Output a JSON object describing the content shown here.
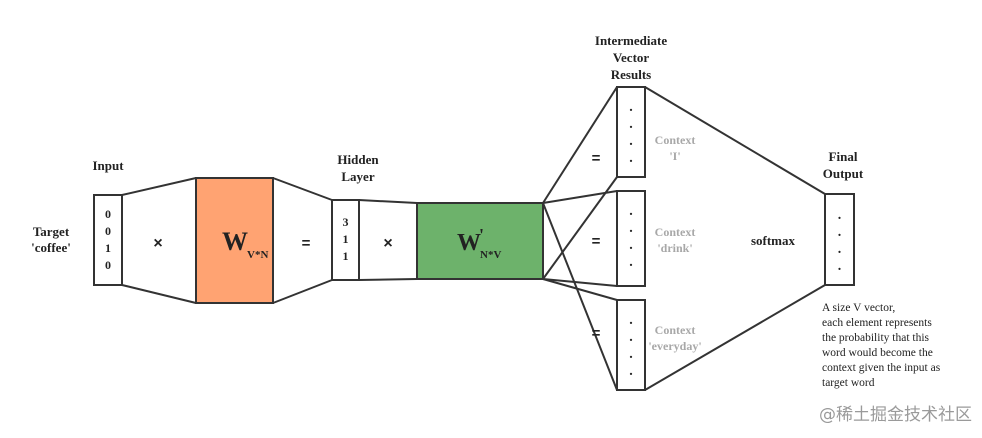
{
  "labels": {
    "input": "Input",
    "target_line1": "Target",
    "target_line2": "'coffee'",
    "hidden_line1": "Hidden",
    "hidden_line2": "Layer",
    "intermediate_line1": "Intermediate",
    "intermediate_line2": "Vector",
    "intermediate_line3": "Results",
    "final_line1": "Final",
    "final_line2": "Output",
    "softmax": "softmax"
  },
  "input_vector": [
    "0",
    "0",
    "1",
    "0"
  ],
  "hidden_vector": [
    "3",
    "1",
    "1"
  ],
  "operators": {
    "multiply": "×",
    "equals": "="
  },
  "weights": {
    "w1": {
      "symbol": "W",
      "subscript": "V*N",
      "color": "#FFA372"
    },
    "w2": {
      "symbol": "W",
      "prime": "'",
      "subscript": "N*V",
      "color": "#6DB26B"
    }
  },
  "contexts": [
    {
      "line1": "Context",
      "line2": "'I'"
    },
    {
      "line1": "Context",
      "line2": "'drink'"
    },
    {
      "line1": "Context",
      "line2": "'everyday'"
    }
  ],
  "dots": [
    ".",
    ".",
    ".",
    "."
  ],
  "output_note": [
    "A size V vector,",
    "each element represents",
    "the probability that this",
    "word would become the",
    "context given the input as",
    "target word"
  ],
  "watermark": "@稀土掘金技术社区",
  "colors": {
    "stroke": "#333333",
    "context_text": "#a8a8a8"
  }
}
